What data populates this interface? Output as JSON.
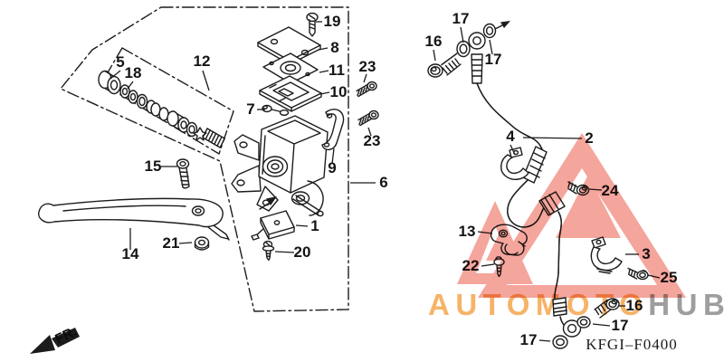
{
  "diagram": {
    "code": "KFGI–F0400",
    "direction_label": "FR.",
    "line_color": "#1c1c1c"
  },
  "watermark": {
    "brand_left": "AUTOMOTO",
    "brand_right": "HUB",
    "triangle_color": "#f18b80",
    "brand_left_color": "#f5ab57",
    "brand_right_color": "#9e9e9e"
  },
  "callouts": [
    {
      "text": "19"
    },
    {
      "text": "8"
    },
    {
      "text": "11"
    },
    {
      "text": "10"
    },
    {
      "text": "23"
    },
    {
      "text": "23"
    },
    {
      "text": "12"
    },
    {
      "text": "5"
    },
    {
      "text": "18"
    },
    {
      "text": "7"
    },
    {
      "text": "9"
    },
    {
      "text": "6"
    },
    {
      "text": "15"
    },
    {
      "text": "14"
    },
    {
      "text": "21"
    },
    {
      "text": "1"
    },
    {
      "text": "20"
    },
    {
      "text": "16"
    },
    {
      "text": "17"
    },
    {
      "text": "17"
    },
    {
      "text": "2"
    },
    {
      "text": "4"
    },
    {
      "text": "24"
    },
    {
      "text": "13"
    },
    {
      "text": "22"
    },
    {
      "text": "3"
    },
    {
      "text": "25"
    },
    {
      "text": "16"
    },
    {
      "text": "17"
    },
    {
      "text": "17"
    }
  ]
}
